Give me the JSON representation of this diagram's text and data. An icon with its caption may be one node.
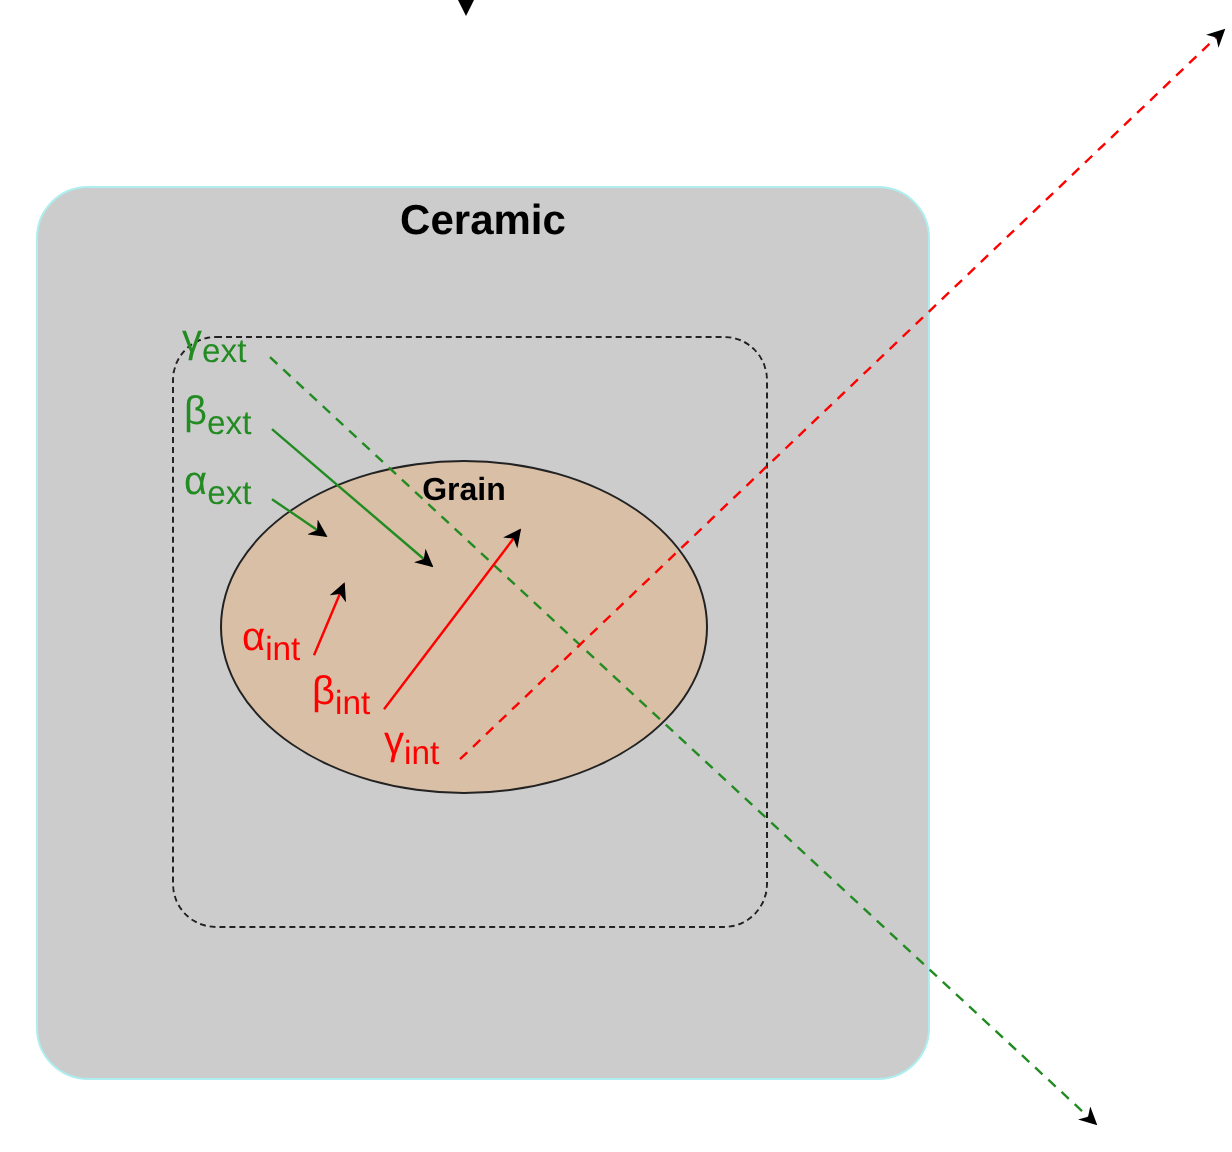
{
  "diagram": {
    "nodes": [
      {
        "text": [
          "Ceramic"
        ]
      },
      {
        "text": [],
        "shape": "box",
        "in": 0
      },
      {
        "text": [
          "Grain"
        ],
        "in": 1
      },
      {
        "text": [
          "γ$_{ext}$"
        ],
        "in": 0
      },
      {
        "text": [
          "β$_{ext}$"
        ],
        "in": 1
      },
      {
        "text": [
          "α$_{ext}$"
        ],
        "in": 1
      },
      {
        "text": [
          "α$_{int}$"
        ],
        "in": 2
      },
      {
        "text": [
          "β$_{int}$"
        ],
        "in": 2
      },
      {
        "text": [
          "γ$_{int}$"
        ],
        "in": 2
      }
    ],
    "edges": [
      {
        "from": 3,
        "to": null,
        "arrow": "to",
        "style": "dashed",
        "color": "#228b22"
      },
      {
        "from": 4,
        "to": null,
        "arrow": "to",
        "color": "#228b22"
      },
      {
        "from": 5,
        "to": null,
        "arrow": "to",
        "color": "#228b22"
      },
      {
        "from": 6,
        "to": null,
        "arrow": "to",
        "color": "#ff0000"
      },
      {
        "from": 7,
        "to": null,
        "arrow": "to",
        "color": "#ff0000"
      },
      {
        "from": 8,
        "to": null,
        "arrow": "to",
        "style": "dashed",
        "color": "#ff0000"
      }
    ]
  }
}
